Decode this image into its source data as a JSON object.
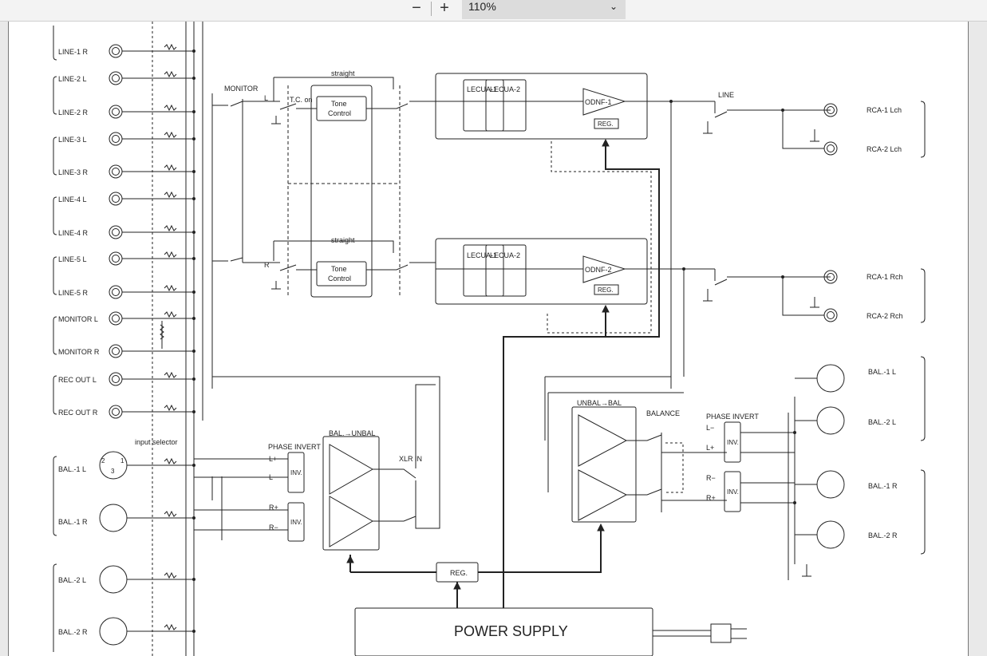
{
  "toolbar": {
    "zoom_out_symbol": "−",
    "zoom_in_symbol": "+",
    "zoom_value": "110%",
    "chevron_symbol": "⌄"
  },
  "diagram": {
    "inputs": {
      "line1_r": "LINE-1 R",
      "line2_l": "LINE-2 L",
      "line2_r": "LINE-2 R",
      "line3_l": "LINE-3 L",
      "line3_r": "LINE-3 R",
      "line4_l": "LINE-4 L",
      "line4_r": "LINE-4 R",
      "line5_l": "LINE-5 L",
      "line5_r": "LINE-5 R",
      "monitor_l": "MONITOR L",
      "monitor_r": "MONITOR R",
      "rec_out_l": "REC OUT L",
      "rec_out_r": "REC OUT R",
      "bal1_l": "BAL.-1 L",
      "bal1_r": "BAL.-1 R",
      "bal2_l": "BAL.-2 L",
      "bal2_r": "BAL.-2 R"
    },
    "input_selector": "input selector",
    "monitor_switch": "MONITOR",
    "tc_on": "T.C. on",
    "straight_top": "straight",
    "straight_bottom": "straight",
    "tone_control_l1": "Tone",
    "tone_control_l2": "Control",
    "ch_l": "L",
    "ch_r": "R",
    "lecua1": "LECUA-1",
    "lecua2": "LECUA-2",
    "odnf1": "ODNF-1",
    "odnf2": "ODNF-2",
    "reg": "REG.",
    "line_switch": "LINE",
    "rca1_lch": "RCA-1 Lch",
    "rca2_lch": "RCA-2 Lch",
    "rca1_rch": "RCA-1 Rch",
    "rca2_rch": "RCA-2 Rch",
    "phase_invert_in": "PHASE INVERT",
    "bal_unbal": "BAL.→UNBAL",
    "xlr_in": "XLR IN",
    "l_plus": "L+",
    "l_minus": "L−",
    "r_plus": "R+",
    "r_minus": "R−",
    "inv": "INV.",
    "unbal_bal": "UNBAL→BAL",
    "balance": "BALANCE",
    "phase_invert_out": "PHASE INVERT",
    "out_l_minus": "L−",
    "out_l_plus": "L+",
    "out_r_minus": "R−",
    "out_r_plus": "R+",
    "bal_out1_l": "BAL.-1 L",
    "bal_out2_l": "BAL.-2 L",
    "bal_out1_r": "BAL.-1 R",
    "bal_out2_r": "BAL.-2 R",
    "power_supply": "POWER SUPPLY",
    "xlr_pin1": "1",
    "xlr_pin2": "2",
    "xlr_pin3": "3"
  }
}
